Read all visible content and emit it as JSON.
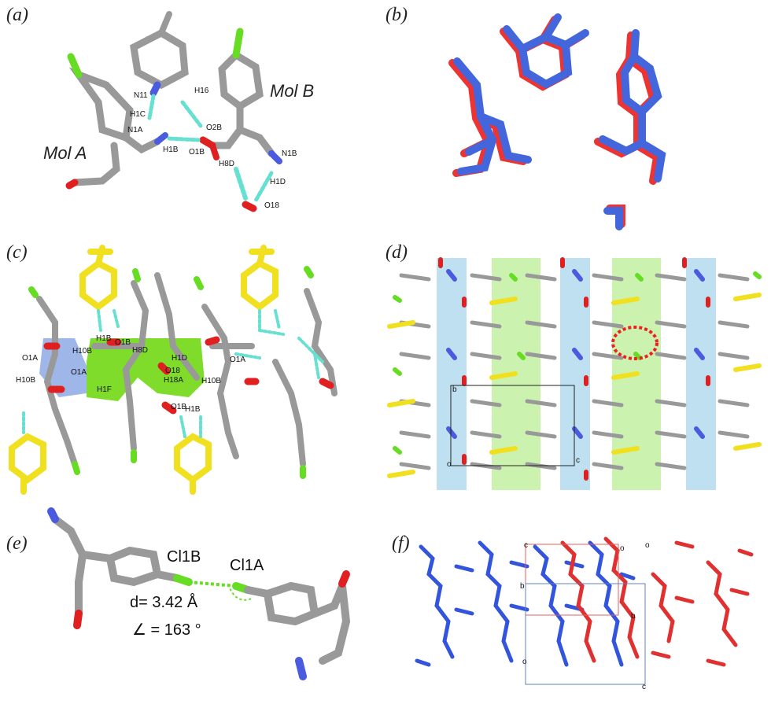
{
  "panels": {
    "a": {
      "label": "(a)",
      "mol_a": "Mol A",
      "mol_b": "Mol B",
      "atoms": [
        "H16",
        "N11",
        "H1C",
        "N1A",
        "O2B",
        "H1B",
        "O1B",
        "N1B",
        "H8D",
        "H1D",
        "O18"
      ]
    },
    "b": {
      "label": "(b)"
    },
    "c": {
      "label": "(c)",
      "atoms": [
        "H1B",
        "O1B",
        "H8D",
        "H10B",
        "O1A",
        "O1A",
        "H10B",
        "H1D",
        "O18",
        "H18A",
        "H10B",
        "H1F",
        "O1B",
        "H1B",
        "O1A"
      ]
    },
    "d": {
      "label": "(d)",
      "axes": [
        "b",
        "c",
        "o"
      ]
    },
    "e": {
      "label": "(e)",
      "cl1b": "Cl1B",
      "cl1a": "Cl1A",
      "distance": "d= 3.42 Å",
      "angle": "∠ = 163 °"
    },
    "f": {
      "label": "(f)",
      "axes": [
        "c",
        "o",
        "b",
        "b",
        "o",
        "c",
        "o"
      ]
    }
  },
  "colors": {
    "carbon": "#9a9a9a",
    "oxygen": "#e02020",
    "nitrogen": "#4a5be0",
    "chlorine": "#66dd22",
    "hbond": "#66e0d0",
    "yellow": "#f0e020",
    "overlay_red": "#ee3333",
    "overlay_blue": "#4466dd",
    "band_blue": "#bfe0f0",
    "band_green": "#ccf2b0",
    "region_green": "#7fdc2a",
    "region_blue": "#9fb7e8"
  }
}
